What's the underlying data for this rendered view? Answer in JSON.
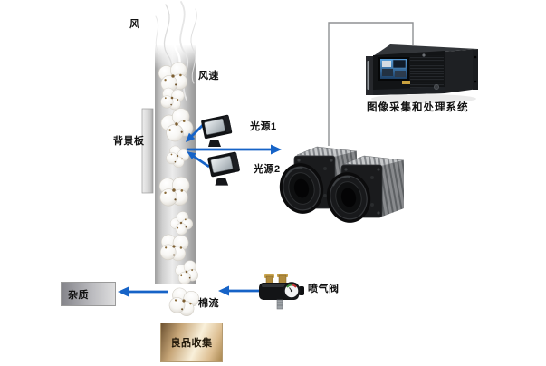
{
  "labels": {
    "wind": "风",
    "wind_speed": "风速",
    "background_board": "背景板",
    "light_source_1": "光源1",
    "light_source_2": "光源2",
    "image_system": "图像采集和处理系统",
    "impurities": "杂质",
    "cotton_flow": "棉流",
    "air_jet_valve": "喷气阀",
    "good_product_collection": "良品收集"
  },
  "colors": {
    "arrow_blue": "#1663c7",
    "connector_gray": "#8f9193",
    "duct_light": "#ececec",
    "duct_dark": "#9f9f9f",
    "impurity_box_dark": "#84848a",
    "impurity_box_light": "#dededf",
    "collection_box_dark": "#6d5231",
    "collection_box_light": "#f9f0da",
    "server_screen_blue": "#58a0dc"
  }
}
